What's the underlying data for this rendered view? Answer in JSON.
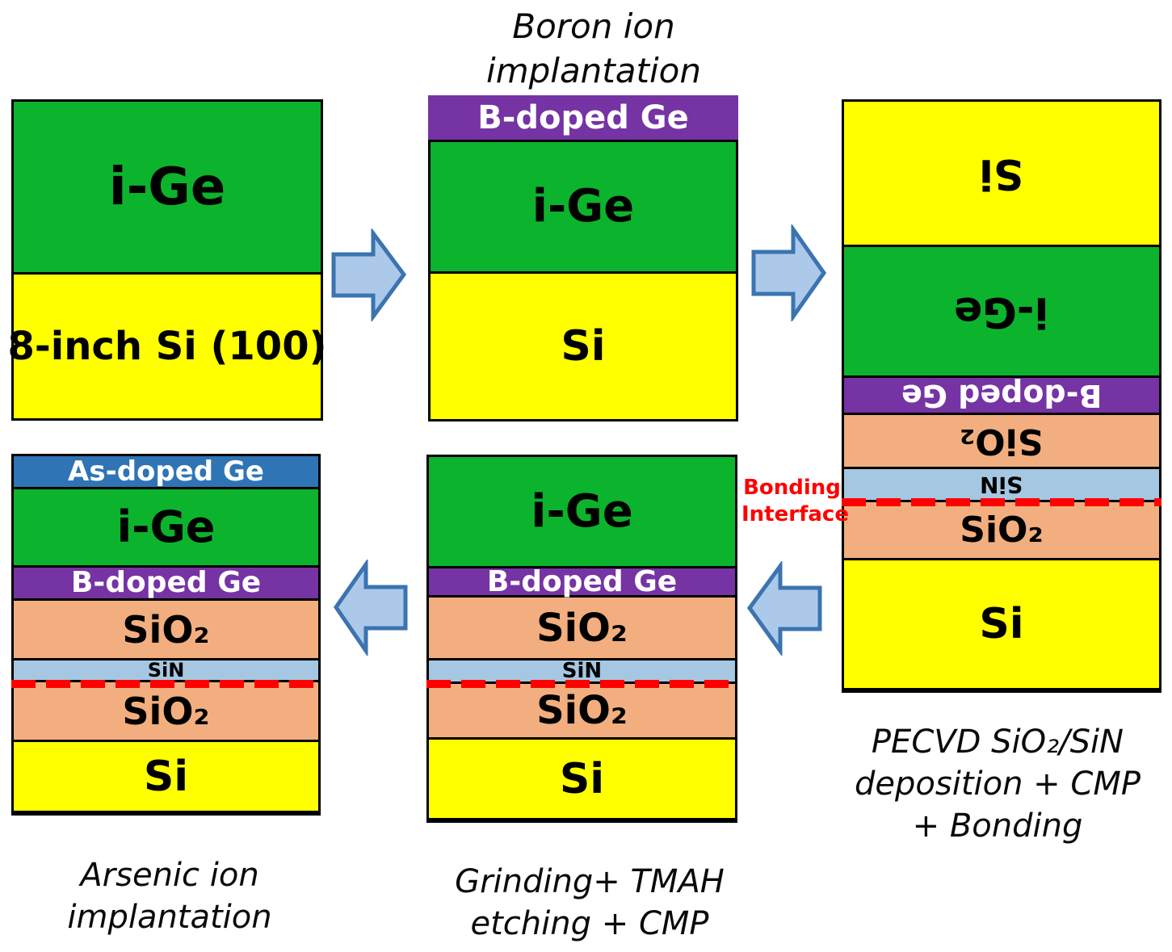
{
  "colors": {
    "ge_green": "#0CB32C",
    "si_yellow": "#FFFF00",
    "b_doped_purple": "#7633A4",
    "sio2_salmon": "#F2AE7E",
    "sin_blue": "#A6C7E2",
    "as_doped_blue": "#2F74B5",
    "interface_red": "#FF0000",
    "arrow_fill": "#ACC9EA",
    "arrow_stroke": "#3B74B0"
  },
  "captions": {
    "boron": [
      "Boron ion",
      "implantation"
    ],
    "pecvd": [
      "PECVD SiO₂/SiN",
      "deposition + CMP",
      "+ Bonding"
    ],
    "grinding": [
      "Grinding+ TMAH",
      "etching + CMP"
    ],
    "arsenic": [
      "Arsenic ion",
      "implantation"
    ],
    "bonding_interface": [
      "Bonding",
      "Interface"
    ]
  },
  "stacks": {
    "initial_wafer": {
      "layers": [
        {
          "label": "i-Ge"
        },
        {
          "label": "8-inch Si (100)"
        }
      ]
    },
    "boron_implanted": {
      "layers": [
        {
          "label": "B-doped Ge"
        },
        {
          "label": "i-Ge"
        },
        {
          "label": "Si"
        }
      ]
    },
    "bonded_flipped": {
      "layers": [
        {
          "label": "Si"
        },
        {
          "label": "i-Ge"
        },
        {
          "label": "B-doped Ge"
        },
        {
          "label": "SiO₂"
        },
        {
          "label": "SiN"
        },
        {
          "label": "SiO₂"
        },
        {
          "label": "Si"
        }
      ]
    },
    "after_grinding": {
      "layers": [
        {
          "label": "i-Ge"
        },
        {
          "label": "B-doped Ge"
        },
        {
          "label": "SiO₂"
        },
        {
          "label": "SiN"
        },
        {
          "label": "SiO₂"
        },
        {
          "label": "Si"
        }
      ]
    },
    "arsenic_implanted": {
      "layers": [
        {
          "label": "As-doped Ge"
        },
        {
          "label": "i-Ge"
        },
        {
          "label": "B-doped Ge"
        },
        {
          "label": "SiO₂"
        },
        {
          "label": "SiN"
        },
        {
          "label": "SiO₂"
        },
        {
          "label": "Si"
        }
      ]
    }
  }
}
